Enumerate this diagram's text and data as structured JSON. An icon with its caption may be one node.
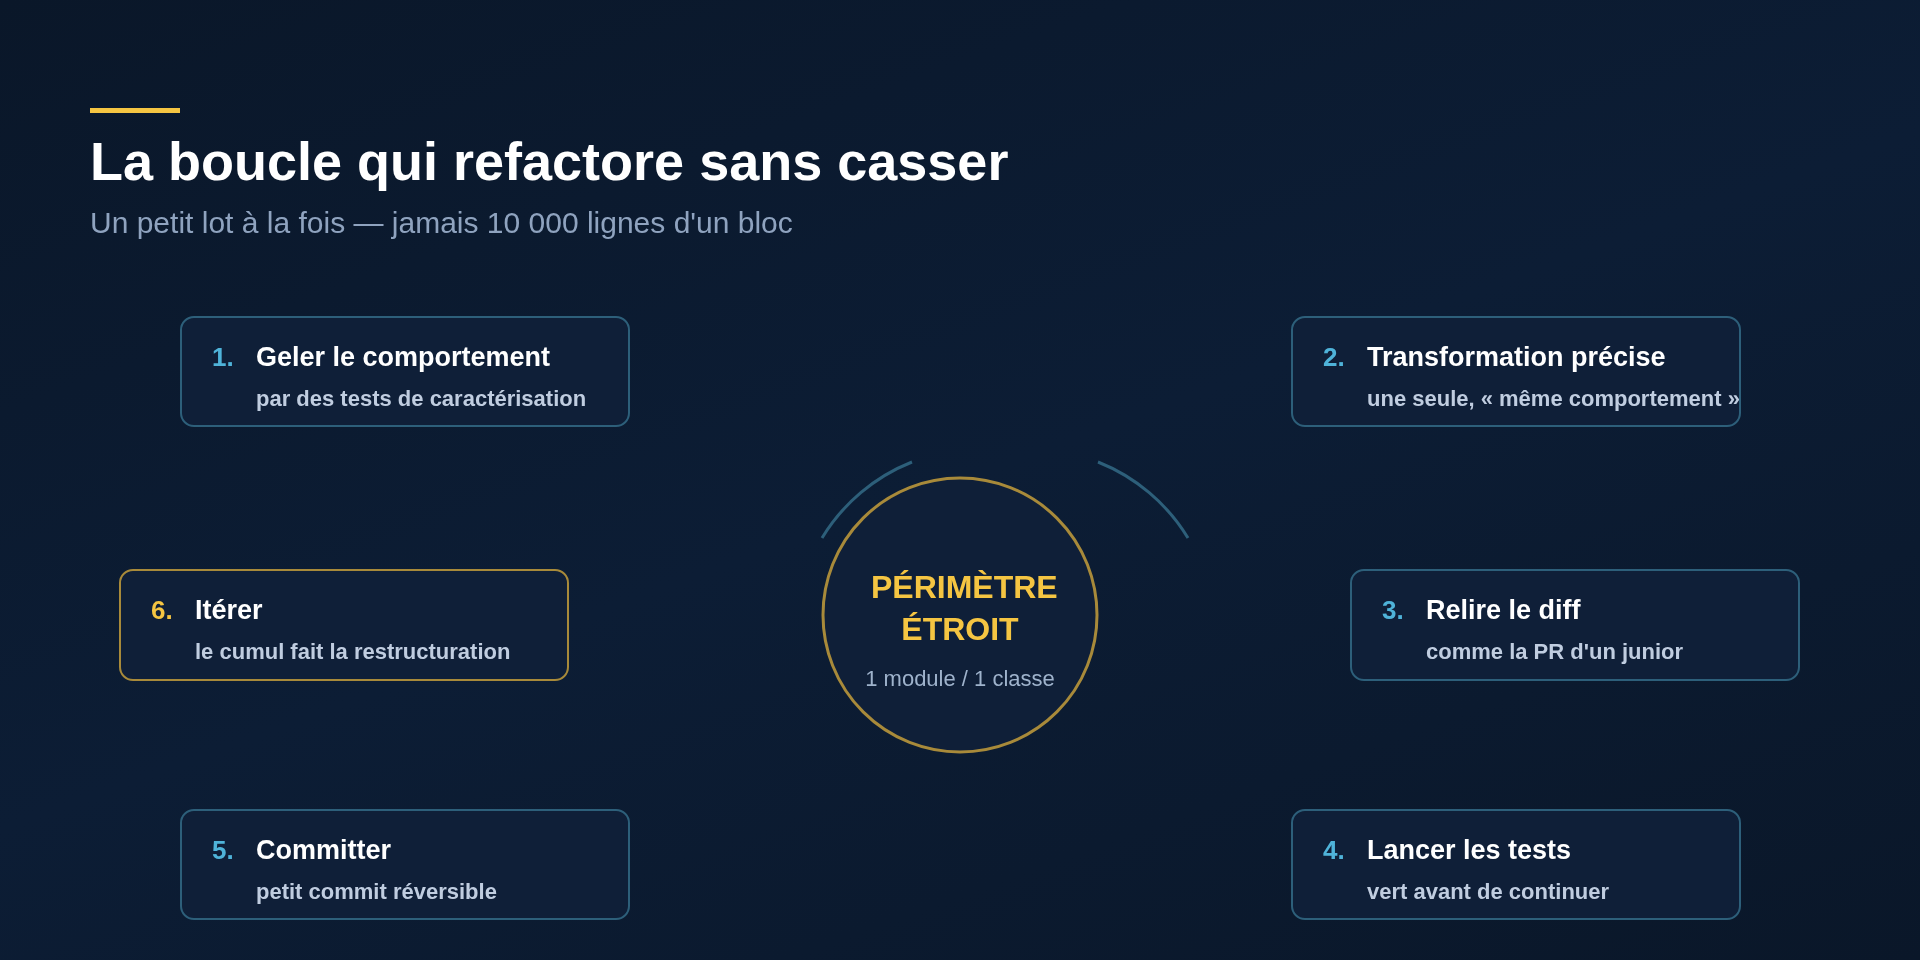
{
  "diagram": {
    "title": "La boucle qui refactore sans casser",
    "nodes": [
      {
        "text": [
          "1.",
          "Geler le comportement",
          "par des tests de caractérisation"
        ]
      },
      {
        "text": [
          "2.",
          "Transformation précise",
          "une seule, « même comportement »"
        ]
      },
      {
        "text": [
          "3.",
          "Relire le diff",
          "comme la PR d'un junior"
        ]
      },
      {
        "text": [
          "4.",
          "Lancer les tests",
          "vert avant de continuer"
        ]
      },
      {
        "text": [
          "5.",
          "Committer",
          "petit commit réversible"
        ]
      },
      {
        "text": [
          "6.",
          "Itérer",
          "le cumul fait la restructuration"
        ]
      },
      {
        "text": [
          "PÉRIMÈTRE ÉTROIT",
          "1 module / 1 classe"
        ]
      }
    ],
    "labels": [
      "Un petit lot à la fois — jamais 10 000 lignes d'un bloc"
    ]
  }
}
